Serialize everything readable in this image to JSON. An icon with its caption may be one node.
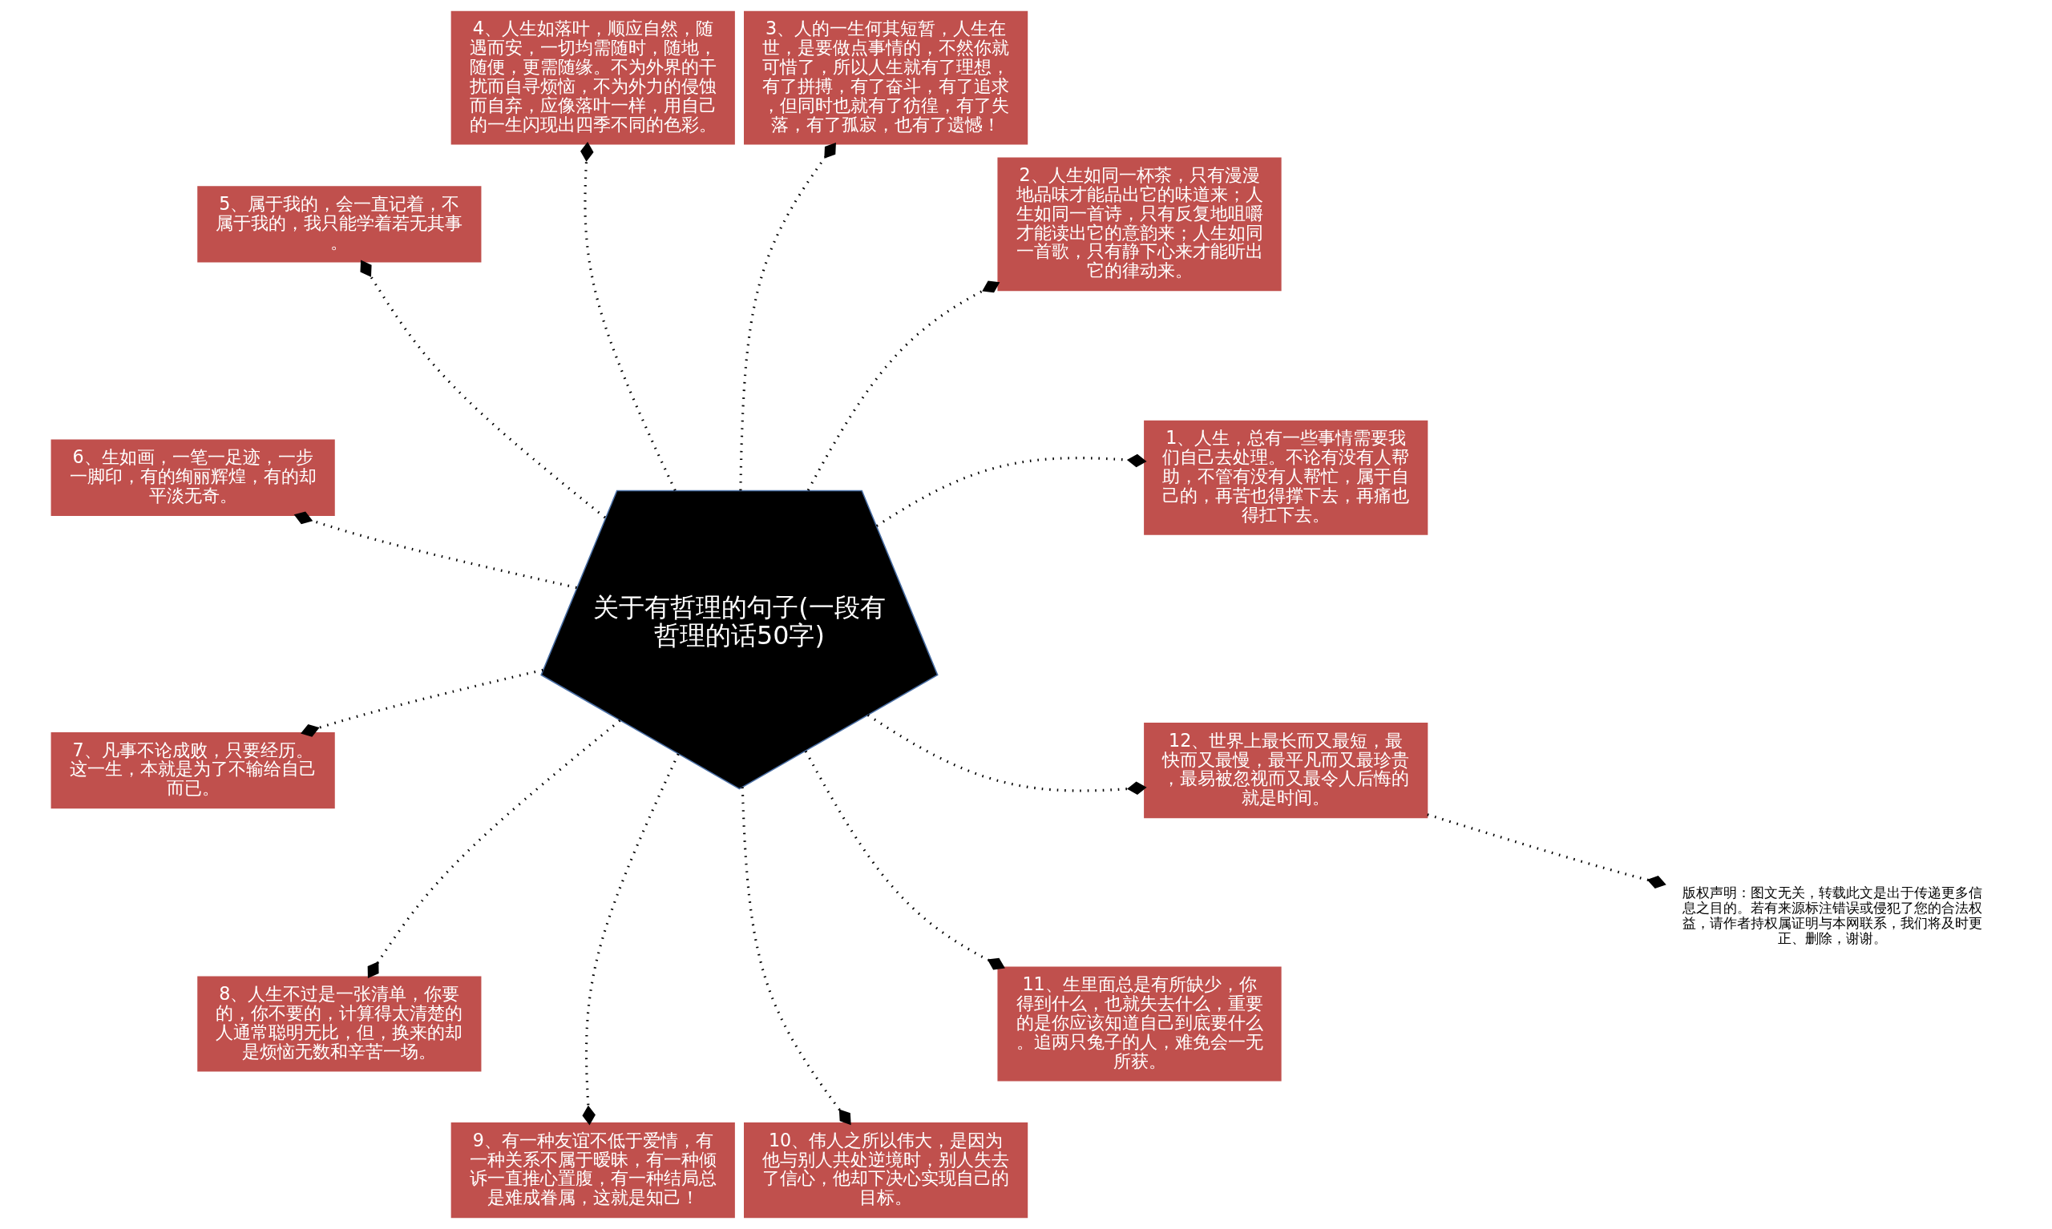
{
  "diagram": {
    "nodes": [
      {
        "text": [
          "关于有哲理的句子(一段有哲理的话50字)"
        ]
      },
      {
        "text": [
          "1、人生，总有一些事情需要我们自己去处理。不论有没有人帮助，不管有没有人帮忙，属于自己的，再苦也得撑下去，再痛也得扛下去。"
        ]
      },
      {
        "text": [
          "2、人生如同一杯茶，只有漫漫地品味才能品出它的味道来；人生如同一首诗，只有反复地咀嚼才能读出它的意韵来；人生如同一首歌，只有静下心来才能听出它的律动来。"
        ]
      },
      {
        "text": [
          "3、人的一生何其短暂，人生在世，是要做点事情的，不然你就可惜了，所以人生就有了理想，有了拼搏，有了奋斗，有了追求，但同时也就有了彷徨，有了失落，有了孤寂，也有了遗憾！"
        ]
      },
      {
        "text": [
          "4、人生如落叶，顺应自然，随遇而安，一切均需随时，随地，随便，更需随缘。不为外界的干扰而自寻烦恼，不为外力的侵蚀而自弃，应像落叶一样，用自己的一生闪现出四季不同的色彩。"
        ]
      },
      {
        "text": [
          "5、属于我的，会一直记着，不属于我的，我只能学着若无其事。"
        ]
      },
      {
        "text": [
          "6、生如画，一笔一足迹，一步一脚印，有的绚丽辉煌，有的却平淡无奇。"
        ]
      },
      {
        "text": [
          "7、凡事不论成败，只要经历。这一生，本就是为了不输给自己而已。"
        ]
      },
      {
        "text": [
          "8、人生不过是一张清单，你要的，你不要的，计算得太清楚的人通常聪明无比，但，换来的却是烦恼无数和辛苦一场。"
        ]
      },
      {
        "text": [
          "9、有一种友谊不低于爱情，有一种关系不属于暧昧，有一种倾诉一直推心置腹，有一种结局总是难成眷属，这就是知己！"
        ]
      },
      {
        "text": [
          "10、伟人之所以伟大，是因为他与别人共处逆境时，别人失去了信心，他却下决心实现自己的目标。"
        ]
      },
      {
        "text": [
          "11、生里面总是有所缺少，你得到什么，也就失去什么，重要的是你应该知道自己到底要什么。追两只兔子的人，难免会一无所获。"
        ]
      },
      {
        "text": [
          "12、世界上最长而又最短，最快而又最慢，最平凡而又最珍贵，最易被忽视而又最令人后悔的就是时间。"
        ]
      },
      {
        "text": [
          "版权声明：图文无关，转载此文是出于传递更多信息之目的。若有来源标注错误或侵犯了您的合法权益，请作者持权属证明与本网联系，我们将及时更正、删除，谢谢。"
        ]
      }
    ],
    "edges": [
      {
        "from": 0,
        "to": 1,
        "arrow": "other",
        "style": "dashed"
      },
      {
        "from": 0,
        "to": 2,
        "arrow": "other",
        "style": "dashed"
      },
      {
        "from": 0,
        "to": 3,
        "arrow": "other",
        "style": "dashed"
      },
      {
        "from": 0,
        "to": 4,
        "arrow": "other",
        "style": "dashed"
      },
      {
        "from": 0,
        "to": 5,
        "arrow": "other",
        "style": "dashed"
      },
      {
        "from": 0,
        "to": 6,
        "arrow": "other",
        "style": "dashed"
      },
      {
        "from": 0,
        "to": 7,
        "arrow": "other",
        "style": "dashed"
      },
      {
        "from": 0,
        "to": 8,
        "arrow": "other",
        "style": "dashed"
      },
      {
        "from": 0,
        "to": 9,
        "arrow": "other",
        "style": "dashed"
      },
      {
        "from": 0,
        "to": 10,
        "arrow": "other",
        "style": "dashed"
      },
      {
        "from": 0,
        "to": 11,
        "arrow": "other",
        "style": "dashed"
      },
      {
        "from": 0,
        "to": 12,
        "arrow": "other",
        "style": "dashed"
      },
      {
        "from": 12,
        "to": 13,
        "arrow": "other",
        "style": "dashed"
      }
    ]
  }
}
